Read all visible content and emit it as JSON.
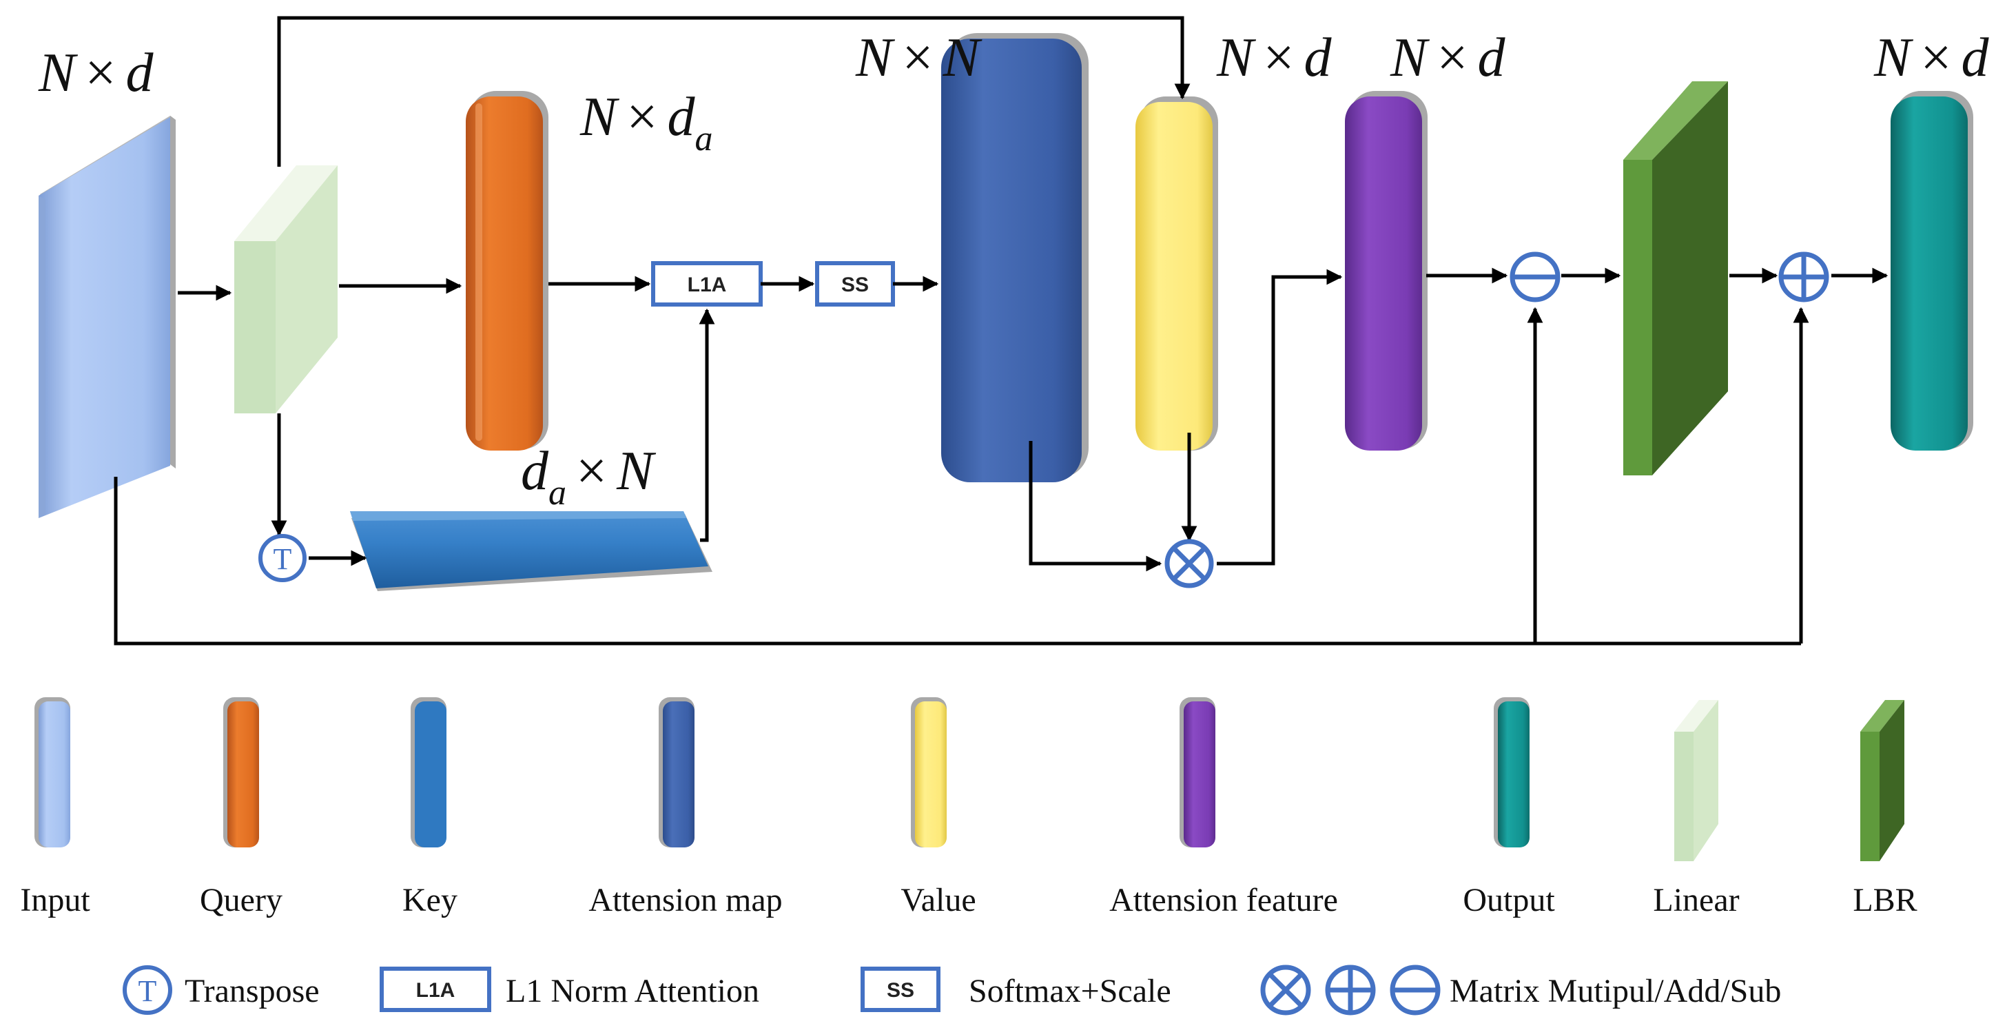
{
  "diagram": {
    "dims": {
      "input": {
        "main": "N",
        "op": "×",
        "second": "d",
        "sub": ""
      },
      "query": {
        "main": "N",
        "op": "×",
        "second": "d",
        "sub": "a"
      },
      "key": {
        "main": "d",
        "sub": "a",
        "op": "×",
        "second": "N"
      },
      "attention_map": {
        "main": "N",
        "op": "×",
        "second": "N",
        "sub": ""
      },
      "value": {
        "main": "N",
        "op": "×",
        "second": "d",
        "sub": ""
      },
      "attention_feature": {
        "main": "N",
        "op": "×",
        "second": "d",
        "sub": ""
      },
      "output": {
        "main": "N",
        "op": "×",
        "second": "d",
        "sub": ""
      }
    },
    "ops": {
      "l1a": "L1A",
      "ss": "SS",
      "transpose": "T"
    }
  },
  "legend": {
    "blocks": [
      {
        "key": "input",
        "label": "Input",
        "color": "#a8c4f2"
      },
      {
        "key": "query",
        "label": "Query",
        "color": "#e06d20"
      },
      {
        "key": "key",
        "label": "Key",
        "color": "#2f79c1"
      },
      {
        "key": "attention_map",
        "label": "Attension map",
        "color": "#3b5fa8"
      },
      {
        "key": "value",
        "label": "Value",
        "color": "#fde97a"
      },
      {
        "key": "attention_feature",
        "label": "Attension feature",
        "color": "#7a3cb4"
      },
      {
        "key": "output",
        "label": "Output",
        "color": "#11918f"
      },
      {
        "key": "linear",
        "label": "Linear",
        "color": "#c9e2bd"
      },
      {
        "key": "lbr",
        "label": "LBR",
        "color": "#4a7a2c"
      }
    ],
    "ops": {
      "transpose_symbol": "T",
      "transpose_label": "Transpose",
      "l1a_symbol": "L1A",
      "l1a_label": "L1 Norm Attention",
      "ss_symbol": "SS",
      "ss_label": "Softmax+Scale",
      "matrix_label": "Matrix Mutipul/Add/Sub"
    }
  },
  "colors": {
    "accent_blue": "#4472c4",
    "line": "#000000"
  }
}
